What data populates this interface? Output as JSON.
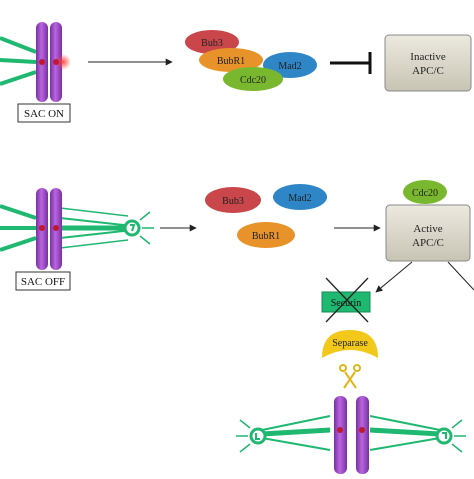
{
  "labels": {
    "sac_on": "SAC ON",
    "sac_off": "SAC OFF"
  },
  "top_complex": {
    "bub3": "Bub3",
    "bubr1": "BubR1",
    "cdc20": "Cdc20",
    "mad2": "Mad2"
  },
  "inactive_apc": {
    "line1": "Inactive",
    "line2": "APC/C"
  },
  "bottom_proteins": {
    "bub3": "Bub3",
    "mad2": "Mad2",
    "bubr1": "BubR1"
  },
  "active_apc": {
    "cdc20": "Cdc20",
    "line1": "Active",
    "line2": "APC/C"
  },
  "securin": "Securin",
  "separase": "Separase",
  "colors": {
    "chromosome": "#9b3fc2",
    "spindle": "#1fb870",
    "kinetochore": "#c0182e",
    "bub3": "#c9464a",
    "bubr1": "#e8922a",
    "cdc20": "#79b82e",
    "mad2": "#2f86c6",
    "apc": "#d4d1c4",
    "separase": "#f2c81a",
    "securin": "#1fb870"
  }
}
